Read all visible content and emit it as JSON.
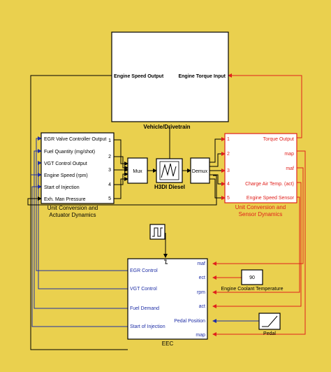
{
  "colors": {
    "background": "#ead04e",
    "block_fill": "#ffffff",
    "line": "#000000",
    "highlight": "#e0201c",
    "signal_blue": "#1f2fa6"
  },
  "blocks": {
    "vehicle": {
      "label": "Vehicle/Drivetrain",
      "in_port": "Engine Torque Input",
      "out_port": "Engine Speed Output"
    },
    "actuator": {
      "label_line1": "Unit Conversion and",
      "label_line2": "Actuator Dynamics",
      "inputs": [
        "EGR Valve Controller Output",
        "Fuel Quantity (mg/shot)",
        "VGT Control Output",
        "Engine Speed (rpm)",
        "Start of Injection",
        "Exh. Man Pressure"
      ],
      "port_numbers": [
        "1",
        "2",
        "3",
        "4",
        "5"
      ]
    },
    "mux": {
      "label": "Mux"
    },
    "engine": {
      "label": "H3DI Diesel"
    },
    "demux": {
      "label": "Demux"
    },
    "sensor": {
      "label_line1": "Unit Conversion and",
      "label_line2": "Sensor Dynamics",
      "outputs": [
        "Torque Output",
        "map",
        "maf",
        "Charge Air Temp. (act)",
        "Engine Speed Sensor"
      ],
      "port_numbers": [
        "1",
        "2",
        "3",
        "4",
        "5"
      ]
    },
    "eec": {
      "label": "EEC",
      "left_outputs": [
        "EGR Control",
        "VGT Control",
        "Fuel Demand",
        "Start of Injection"
      ],
      "right_inputs": [
        "maf",
        "ect",
        "rpm",
        "act",
        "Pedal Position",
        "map"
      ]
    },
    "constant": {
      "value": "90",
      "label": "Engine Coolant Temperature"
    },
    "pedal": {
      "label": "Pedal"
    }
  }
}
